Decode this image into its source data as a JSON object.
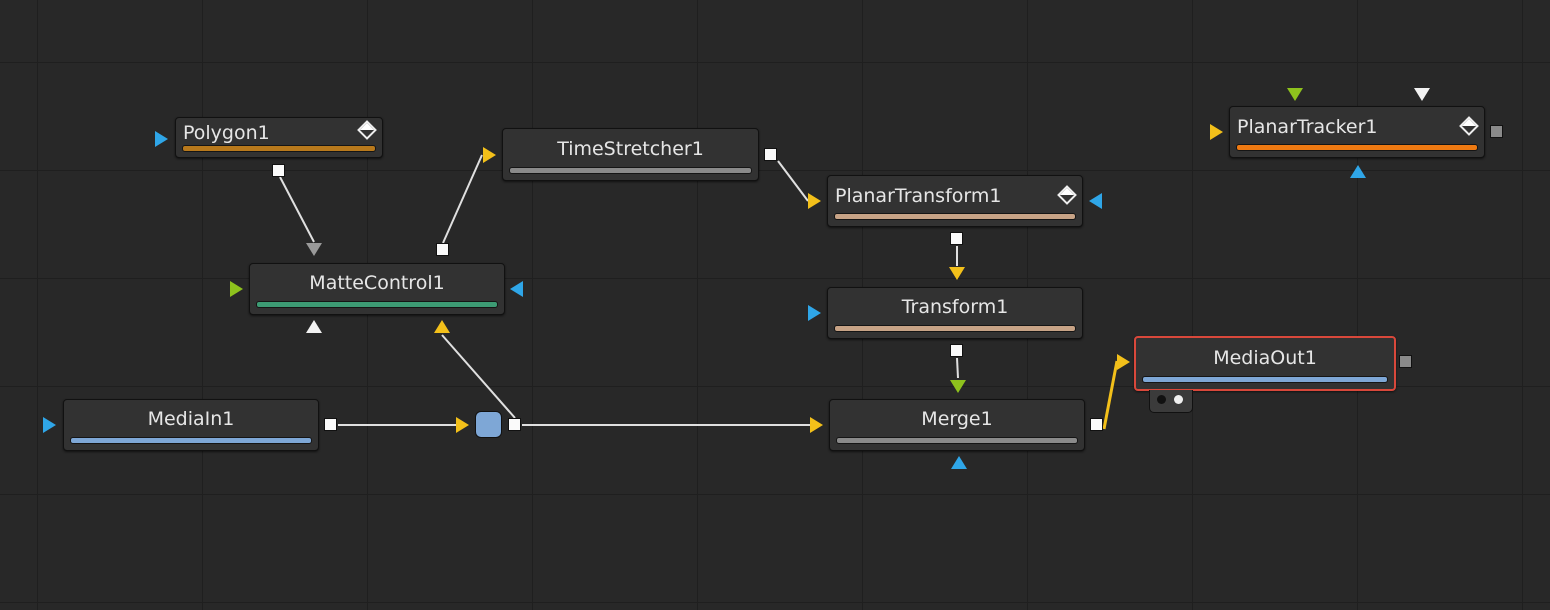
{
  "canvas": {
    "background": "#282828"
  },
  "colors": {
    "input_blue": "#2fa6e8",
    "input_yellow": "#f3c01a",
    "input_green": "#8ec21d",
    "input_white": "#f2f2f2",
    "input_grey": "#9a9a9a",
    "selected_outline": "#d9483b",
    "pipe_router": "#7ea7d6",
    "wire": "#e0e0e0"
  },
  "nodes": {
    "polygon1": {
      "title": "Polygon1",
      "bar_color": "#b8791c",
      "icon": "keyframe-diamond-icon"
    },
    "timestretcher1": {
      "title": "TimeStretcher1",
      "bar_color": "#8a8a8a"
    },
    "planartransform1": {
      "title": "PlanarTransform1",
      "bar_color": "#c7a386",
      "icon": "keyframe-diamond-icon"
    },
    "mattecontrol1": {
      "title": "MatteControl1",
      "bar_color": "#3d9b74"
    },
    "transform1": {
      "title": "Transform1",
      "bar_color": "#c7a386"
    },
    "mediain1": {
      "title": "MediaIn1",
      "bar_color": "#7ea7d6"
    },
    "merge1": {
      "title": "Merge1",
      "bar_color": "#8a8a8a"
    },
    "mediaout1": {
      "title": "MediaOut1",
      "bar_color": "#7ea7d6",
      "selected": true
    },
    "planartracker1": {
      "title": "PlanarTracker1",
      "bar_color": "#ef7a12",
      "icon": "keyframe-diamond-icon"
    }
  },
  "connections": [
    {
      "from": "Polygon1",
      "to": "MatteControl1",
      "input": "garbage-matte"
    },
    {
      "from": "MatteControl1",
      "to": "TimeStretcher1",
      "input": "background"
    },
    {
      "from": "TimeStretcher1",
      "to": "PlanarTransform1",
      "input": "background"
    },
    {
      "from": "PlanarTransform1",
      "to": "Transform1",
      "input": "background"
    },
    {
      "from": "Transform1",
      "to": "Merge1",
      "input": "foreground"
    },
    {
      "from": "MediaIn1",
      "to": "Merge1",
      "input": "background"
    },
    {
      "from": "MediaIn1",
      "to": "MatteControl1",
      "input": "background"
    },
    {
      "from": "Merge1",
      "to": "MediaOut1",
      "input": "input"
    }
  ],
  "viewer_indicators": [
    "viewer-1-dot",
    "viewer-2-dot"
  ]
}
